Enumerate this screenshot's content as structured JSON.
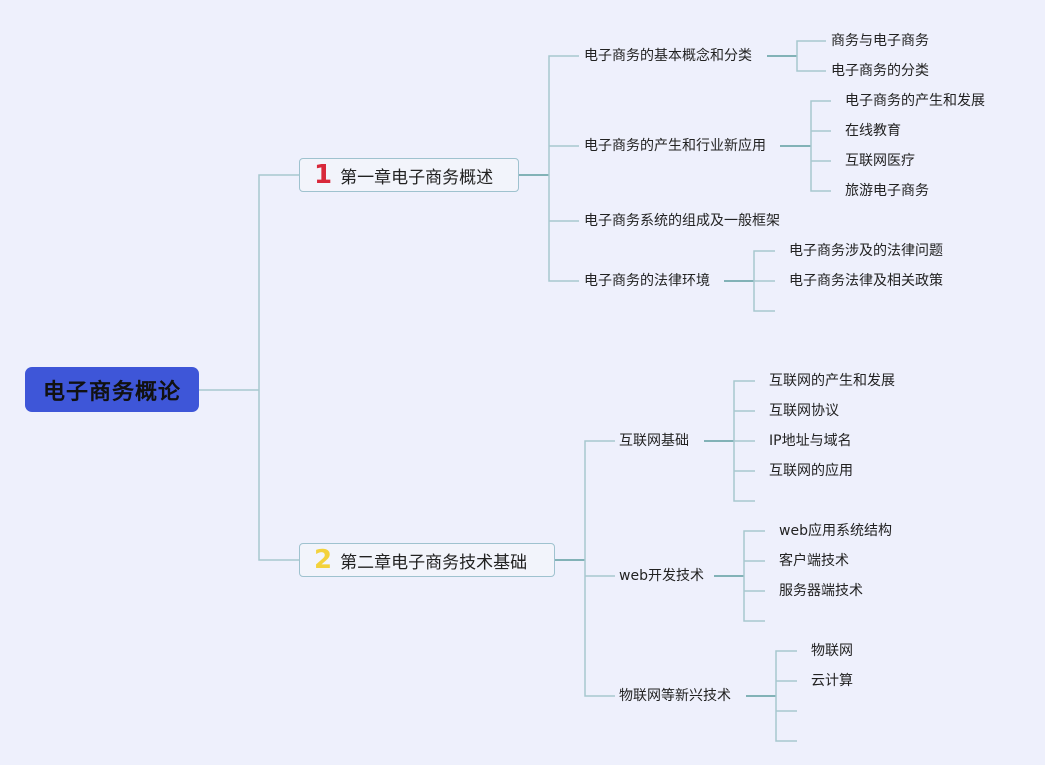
{
  "root": "电子商务概论",
  "chapters": [
    {
      "num": "1",
      "title": "第一章电子商务概述",
      "sections": [
        {
          "label": "电子商务的基本概念和分类",
          "items": [
            "商务与电子商务",
            "电子商务的分类"
          ]
        },
        {
          "label": "电子商务的产生和行业新应用",
          "items": [
            "电子商务的产生和发展",
            "在线教育",
            "互联网医疗",
            "旅游电子商务"
          ]
        },
        {
          "label": "电子商务系统的组成及一般框架",
          "items": []
        },
        {
          "label": "电子商务的法律环境",
          "items": [
            "电子商务涉及的法律问题",
            "电子商务法律及相关政策",
            ""
          ]
        }
      ]
    },
    {
      "num": "2",
      "title": "第二章电子商务技术基础",
      "sections": [
        {
          "label": "互联网基础",
          "items": [
            "互联网的产生和发展",
            "互联网协议",
            "IP地址与域名",
            "互联网的应用",
            ""
          ]
        },
        {
          "label": "web开发技术",
          "items": [
            "web应用系统结构",
            "客户端技术",
            "服务器端技术",
            ""
          ]
        },
        {
          "label": "物联网等新兴技术",
          "items": [
            "物联网",
            "云计算",
            "",
            ""
          ]
        }
      ]
    }
  ],
  "colors": {
    "line": "#a7c8cf",
    "line_dark": "#5e9ea0",
    "root_bg": "#3e56d8",
    "ch1_num": "#d8283a",
    "ch2_num": "#f3d23c"
  }
}
